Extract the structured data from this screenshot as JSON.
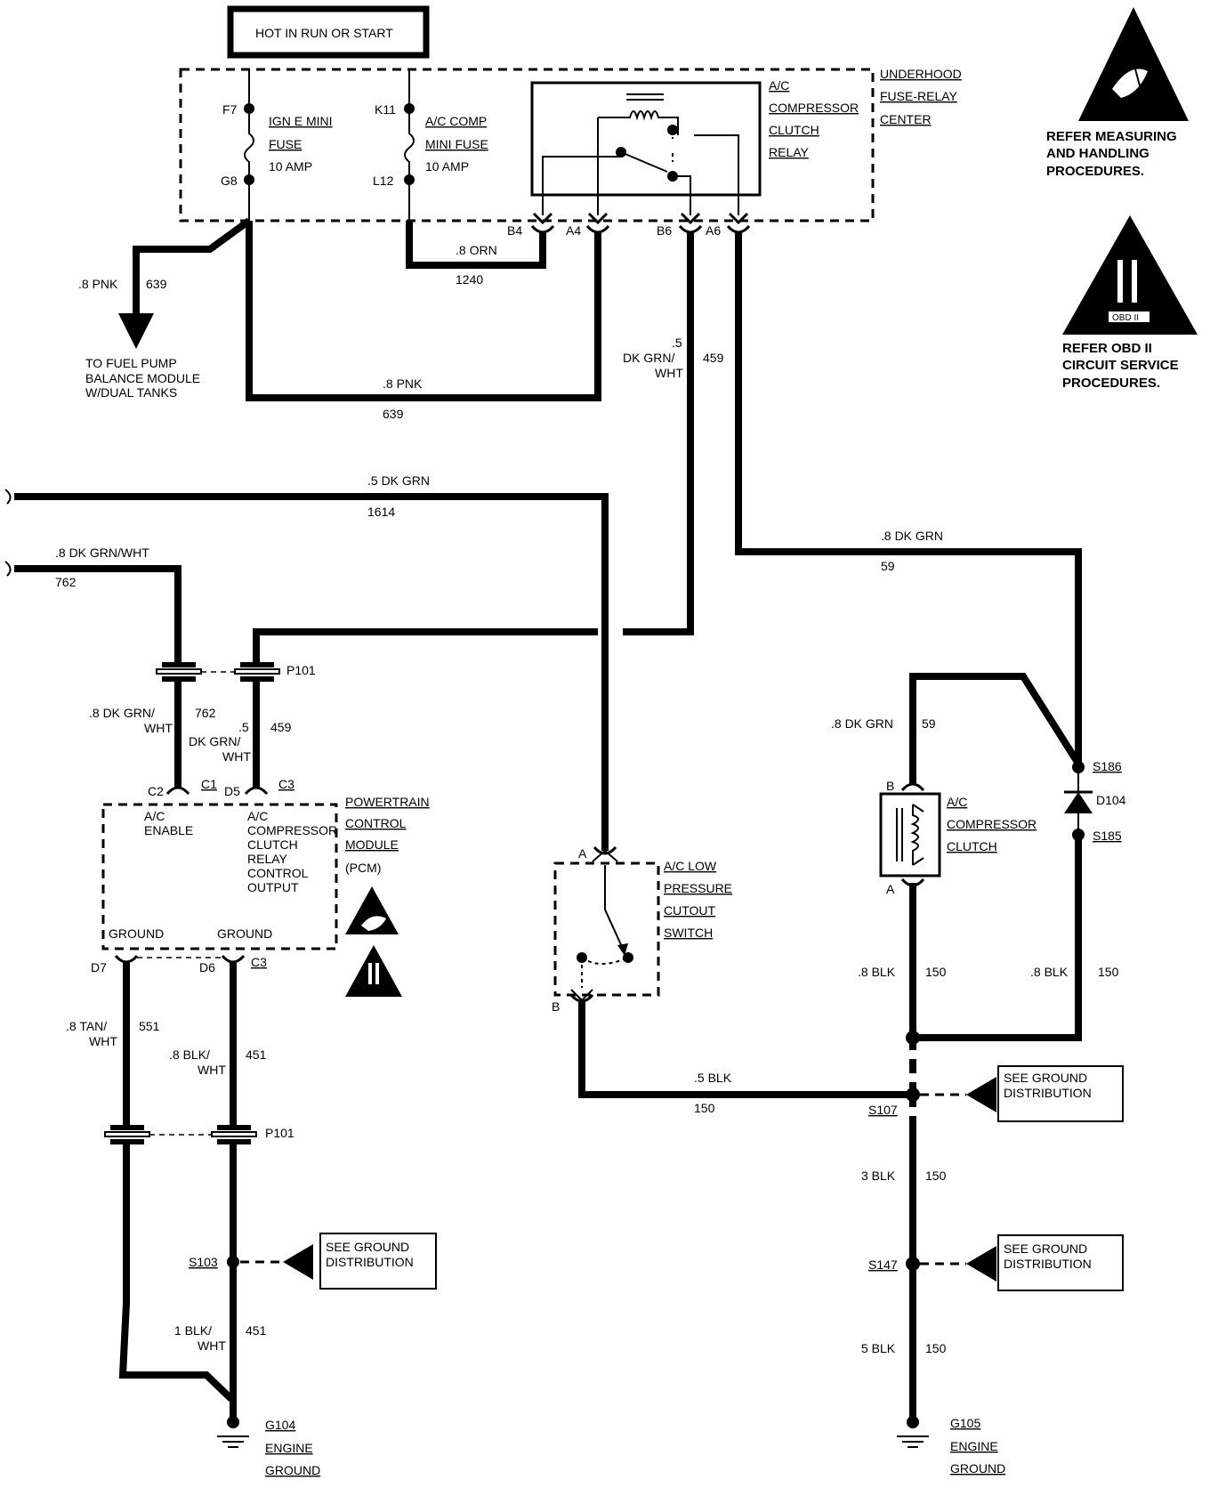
{
  "header": {
    "title": "HOT IN RUN OR START"
  },
  "fuse_block": {
    "label_lines": [
      "UNDERHOOD",
      "FUSE-RELAY",
      "CENTER"
    ],
    "fuse1": {
      "top_pin": "F7",
      "bottom_pin": "G8",
      "lines": [
        "IGN E MINI",
        "FUSE",
        "10 AMP"
      ]
    },
    "fuse2": {
      "top_pin": "K11",
      "bottom_pin": "L12",
      "lines": [
        "A/C COMP",
        "MINI FUSE",
        "10 AMP"
      ]
    },
    "relay": {
      "lines": [
        "A/C",
        "COMPRESSOR",
        "CLUTCH",
        "RELAY"
      ]
    },
    "terminals": [
      "B4",
      "A4",
      "B6",
      "A6"
    ]
  },
  "notes": {
    "esd": [
      "REFER MEASURING",
      "AND HANDLING",
      "PROCEDURES."
    ],
    "obd": [
      "REFER  OBD II",
      "CIRCUIT SERVICE",
      "PROCEDURES."
    ],
    "obd_icon_label": "OBD II"
  },
  "wires": {
    "w639_top": {
      "gauge": ".8 PNK",
      "circuit": "639"
    },
    "fuel_pump": [
      "TO FUEL PUMP",
      "BALANCE MODULE",
      "W/DUAL TANKS"
    ],
    "w1240": {
      "gauge": ".8 ORN",
      "circuit": "1240"
    },
    "w639_loop": {
      "gauge": ".8 PNK",
      "circuit": "639"
    },
    "w459_top": {
      "gauge_lines": [
        ".5",
        "DK GRN/",
        "WHT"
      ],
      "circuit": "459"
    },
    "w1614": {
      "gauge": ".5 DK GRN",
      "circuit": "1614"
    },
    "w762_top": {
      "gauge": ".8 DK GRN/WHT",
      "circuit": "762"
    },
    "w59_top": {
      "gauge": ".8 DK GRN",
      "circuit": "59"
    },
    "w762_mid": {
      "gauge_lines": [
        ".8 DK GRN/",
        "WHT"
      ],
      "circuit": "762"
    },
    "w459_mid": {
      "gauge_lines": [
        ".5",
        "DK GRN/",
        "WHT"
      ],
      "circuit": "459"
    },
    "w59_mid": {
      "gauge": ".8 DK GRN",
      "circuit": "59"
    },
    "w150_left": {
      "gauge": ".8 BLK",
      "circuit": "150"
    },
    "w150_right": {
      "gauge": ".8 BLK",
      "circuit": "150"
    },
    "w150_switch": {
      "gauge": ".5 BLK",
      "circuit": "150"
    },
    "w150_3": {
      "gauge": "3 BLK",
      "circuit": "150"
    },
    "w150_5": {
      "gauge": "5 BLK",
      "circuit": "150"
    },
    "w551": {
      "gauge_lines": [
        ".8 TAN/",
        "WHT"
      ],
      "circuit": "551"
    },
    "w451_a": {
      "gauge_lines": [
        ".8 BLK/",
        "WHT"
      ],
      "circuit": "451"
    },
    "w451_b": {
      "gauge_lines": [
        "1 BLK/",
        "WHT"
      ],
      "circuit": "451"
    }
  },
  "connectors": {
    "p101_top": "P101",
    "p101_bottom": "P101"
  },
  "pcm": {
    "label_lines": [
      "POWERTRAIN",
      "CONTROL",
      "MODULE",
      "(PCM)"
    ],
    "pin_c2": "C2",
    "pin_c1": "C1",
    "pin_d5": "D5",
    "pin_c3": "C3",
    "pin_d7": "D7",
    "pin_d6": "D6",
    "pin_c3b": "C3",
    "ac_enable": [
      "A/C",
      "ENABLE"
    ],
    "ac_output": [
      "A/C",
      "COMPRESSOR",
      "CLUTCH",
      "RELAY",
      "CONTROL",
      "OUTPUT"
    ],
    "ground1": "GROUND",
    "ground2": "GROUND"
  },
  "switch": {
    "lines": [
      "A/C LOW",
      "PRESSURE",
      "CUTOUT",
      "SWITCH"
    ],
    "pin_a": "A",
    "pin_b": "B"
  },
  "clutch": {
    "lines": [
      "A/C",
      "COMPRESSOR",
      "CLUTCH"
    ],
    "pin_b": "B",
    "pin_a": "A"
  },
  "diode": {
    "s186": "S186",
    "d104": "D104",
    "s185": "S185"
  },
  "splices": {
    "s107": "S107",
    "s147": "S147",
    "s103": "S103"
  },
  "ground_dist": [
    "SEE GROUND",
    "DISTRIBUTION"
  ],
  "grounds": {
    "g104": [
      "G104",
      "ENGINE",
      "GROUND"
    ],
    "g105": [
      "G105",
      "ENGINE",
      "GROUND"
    ]
  }
}
